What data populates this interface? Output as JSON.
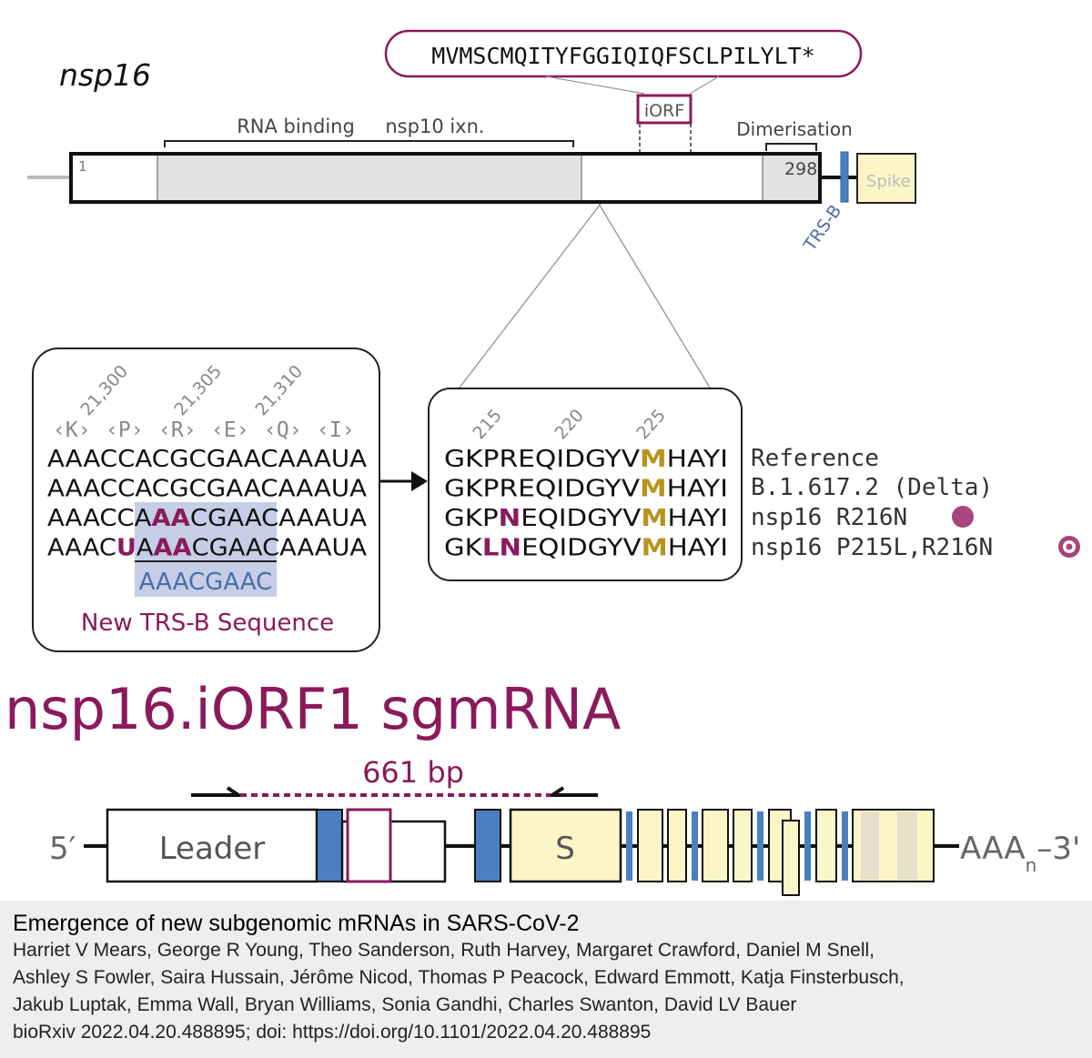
{
  "colors": {
    "purple": "#8a1a5b",
    "blue": "#4a7fc1",
    "yellow": "#b8941e",
    "grey_fill": "#e2e2e2",
    "pale_yellow": "#fbf5c8",
    "highlight": "#c5cee6"
  },
  "top": {
    "gene_label": "nsp16",
    "peptide": "MVMSCMQITYFGGIQIQFSCLPILYLT*",
    "iorf_label": "iORF",
    "rna_binding_label": "RNA binding",
    "nsp10_label": "nsp10 ixn.",
    "dimerisation_label": "Dimerisation",
    "start_pos": "1",
    "end_pos": "298",
    "spike_label": "Spike",
    "trs_b_label": "TRS-B"
  },
  "nucleotide_panel": {
    "coordinates": [
      "21,300",
      "21,305",
      "21,310"
    ],
    "codons": [
      "‹K›",
      "‹P›",
      "‹R›",
      "‹E›",
      "‹Q›",
      "‹I›"
    ],
    "rows": [
      [
        {
          "t": "AAACCACGCGAACAAAUA",
          "c": "n"
        }
      ],
      [
        {
          "t": "AAACCACGCGAACAAAUA",
          "c": "n"
        }
      ],
      [
        {
          "t": "AAACCA",
          "c": "n"
        },
        {
          "t": "AA",
          "c": "p"
        },
        {
          "t": "CGAACAAAUA",
          "c": "n"
        }
      ],
      [
        {
          "t": "AAAC",
          "c": "n"
        },
        {
          "t": "U",
          "c": "p"
        },
        {
          "t": "A",
          "c": "n"
        },
        {
          "t": "AA",
          "c": "p"
        },
        {
          "t": "CGAACAAAUA",
          "c": "n"
        }
      ]
    ],
    "trs_sequence": "AAACGAAC",
    "caption": "New TRS-B Sequence"
  },
  "aa_panel": {
    "positions": [
      "215",
      "220",
      "225"
    ],
    "rows": [
      [
        {
          "t": "GKPREQIDGYV",
          "c": "n"
        },
        {
          "t": "M",
          "c": "y"
        },
        {
          "t": "HAYI",
          "c": "n"
        }
      ],
      [
        {
          "t": "GKPREQIDGYV",
          "c": "n"
        },
        {
          "t": "M",
          "c": "y"
        },
        {
          "t": "HAYI",
          "c": "n"
        }
      ],
      [
        {
          "t": "GKP",
          "c": "n"
        },
        {
          "t": "N",
          "c": "p"
        },
        {
          "t": "EQIDGYV",
          "c": "n"
        },
        {
          "t": "M",
          "c": "y"
        },
        {
          "t": "HAYI",
          "c": "n"
        }
      ],
      [
        {
          "t": "GK",
          "c": "n"
        },
        {
          "t": "LN",
          "c": "p"
        },
        {
          "t": "EQIDGYV",
          "c": "n"
        },
        {
          "t": "M",
          "c": "y"
        },
        {
          "t": "HAYI",
          "c": "n"
        }
      ]
    ],
    "labels": [
      "Reference",
      "B.1.617.2 (Delta)",
      "nsp16 R216N",
      "nsp16 P215L,R216N"
    ]
  },
  "sgmrna": {
    "title": "nsp16.iORF1 sgmRNA",
    "amplicon_label": "661 bp",
    "five_prime": "5′",
    "leader_label": "Leader",
    "s_label": "S",
    "tail_main": "AAA",
    "tail_sub": "n",
    "three_prime": "–3'"
  },
  "citation": {
    "title": "Emergence of new subgenomic mRNAs in SARS-CoV-2",
    "authors_line1": "Harriet V Mears, George R Young, Theo Sanderson, Ruth Harvey, Margaret Crawford, Daniel M Snell,",
    "authors_line2": "Ashley S Fowler, Saira Hussain, Jérôme Nicod, Thomas P Peacock, Edward Emmott, Katja Finsterbusch,",
    "authors_line3": "Jakub Luptak, Emma Wall, Bryan Williams, Sonia Gandhi, Charles Swanton, David LV Bauer",
    "reference": "bioRxiv 2022.04.20.488895; doi: https://doi.org/10.1101/2022.04.20.488895"
  }
}
